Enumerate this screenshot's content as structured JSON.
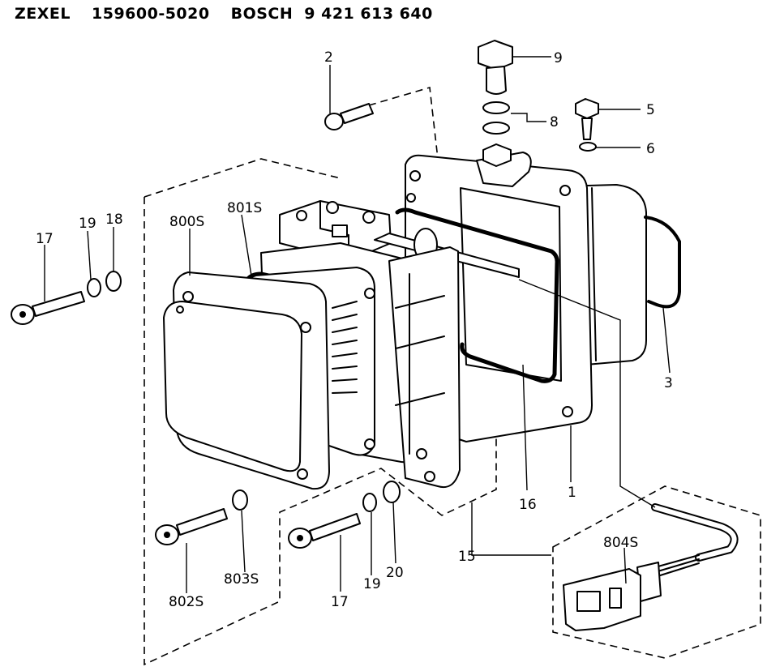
{
  "header": {
    "maker": "ZEXEL",
    "part_number": "159600-5020",
    "brand": "BOSCH",
    "bosch_number": "9 421 613 640"
  },
  "labels": {
    "p2": "2",
    "p9": "9",
    "p8": "8",
    "p5": "5",
    "p6": "6",
    "p3": "3",
    "p1": "1",
    "p16": "16",
    "p15": "15",
    "p17_top": "17",
    "p19_top": "19",
    "p18": "18",
    "p800s": "800S",
    "p801s": "801S",
    "p802s": "802S",
    "p803s": "803S",
    "p17_bottom": "17",
    "p19_bottom": "19",
    "p20": "20",
    "p804s": "804S"
  }
}
